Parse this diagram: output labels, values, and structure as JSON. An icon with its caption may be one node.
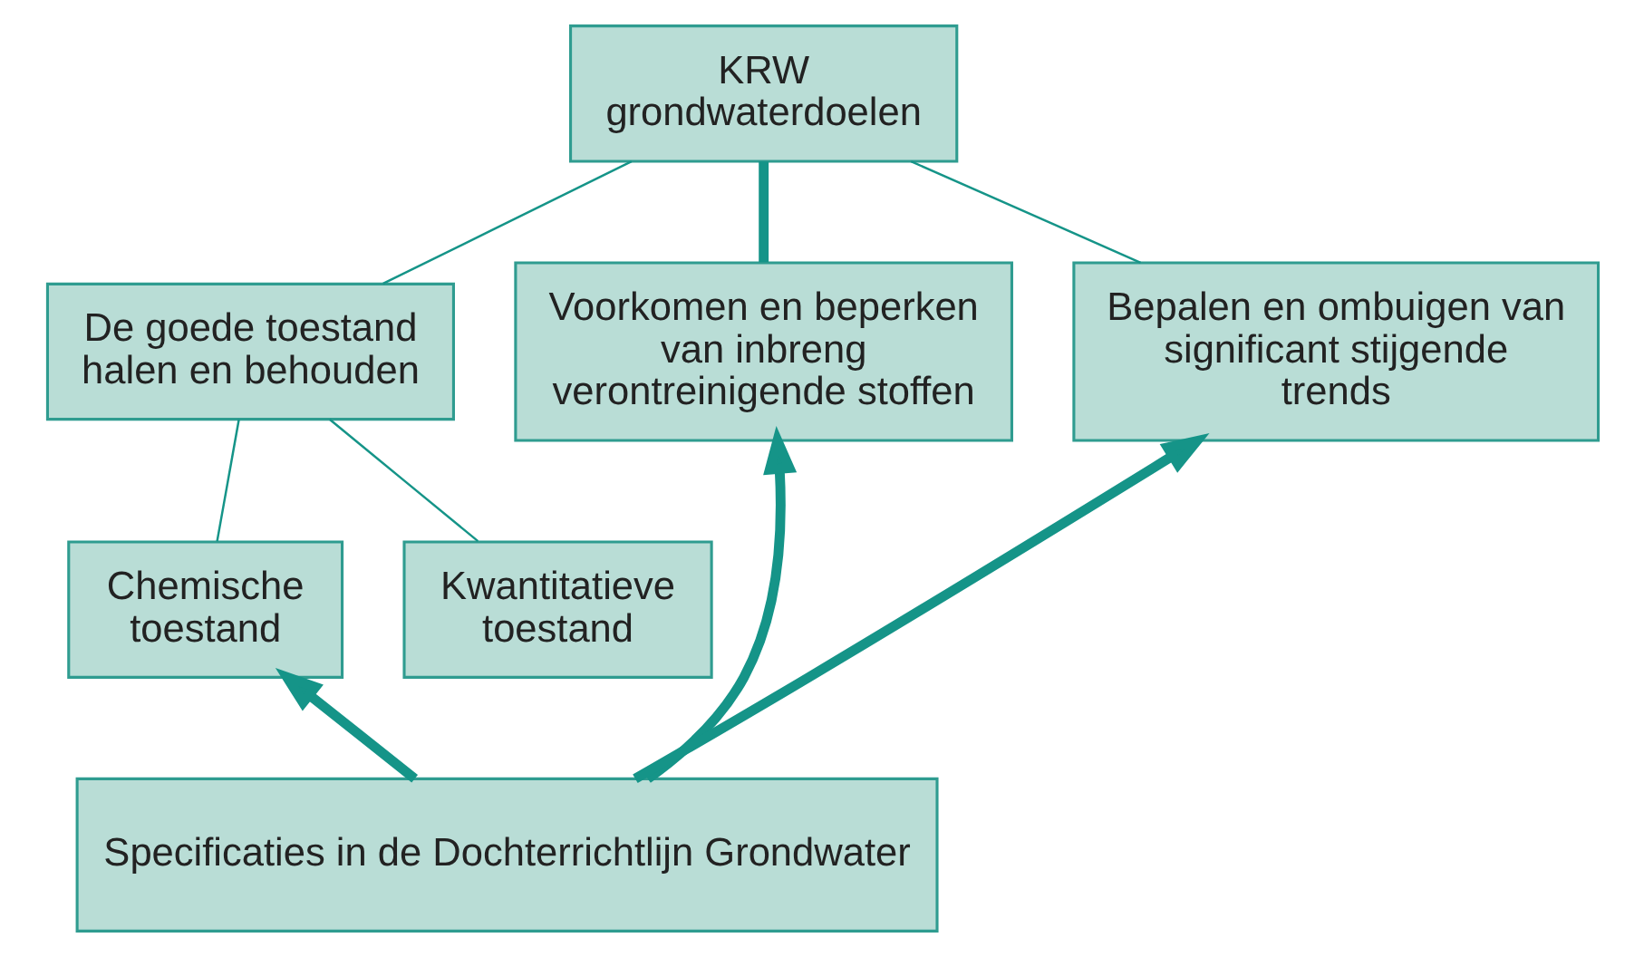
{
  "diagram": {
    "nodes": [
      {
        "text": [
          "KRW grondwaterdoelen"
        ]
      },
      {
        "text": [
          "De goede toestand halen en behouden"
        ]
      },
      {
        "text": [
          "Voorkomen en beperken van inbreng verontreinigende stoffen"
        ]
      },
      {
        "text": [
          "Bepalen en ombuigen van significant stijgende trends"
        ]
      },
      {
        "text": [
          "Chemische toestand"
        ]
      },
      {
        "text": [
          "Kwantitatieve toestand"
        ]
      },
      {
        "text": [
          "Specificaties in de Dochterrichtlijn Grondwater"
        ]
      }
    ],
    "edges": [
      {
        "from": 0,
        "to": 1,
        "arrow": "none"
      },
      {
        "from": 0,
        "to": 2,
        "arrow": "none",
        "style": "thick"
      },
      {
        "from": 0,
        "to": 3,
        "arrow": "none"
      },
      {
        "from": 1,
        "to": 4,
        "arrow": "none"
      },
      {
        "from": 1,
        "to": 5,
        "arrow": "none"
      },
      {
        "from": 6,
        "to": 4,
        "arrow": "to",
        "style": "thick"
      },
      {
        "from": 6,
        "to": 2,
        "arrow": "to",
        "style": "thick"
      },
      {
        "from": 6,
        "to": 3,
        "arrow": "to",
        "style": "thick"
      }
    ]
  }
}
